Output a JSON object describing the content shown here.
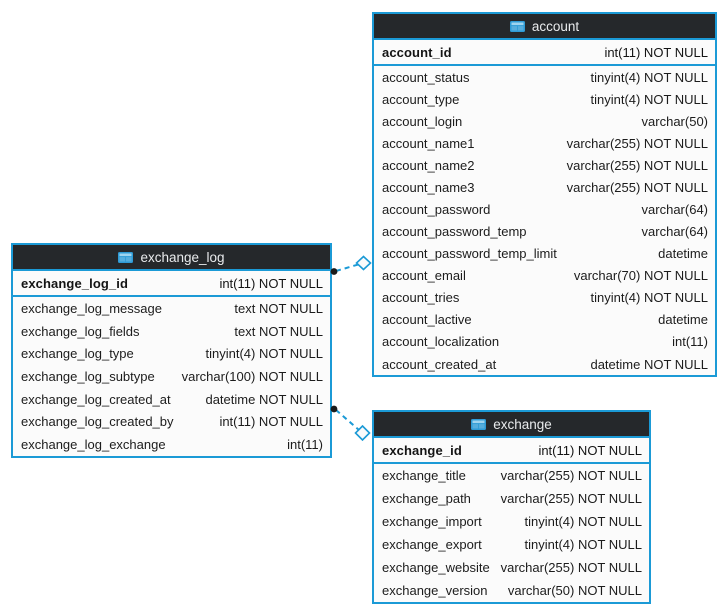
{
  "diagram": {
    "kind": "eer-schema-diagram",
    "colors": {
      "table_border": "#1b9ad6",
      "header_bg": "#25282b",
      "header_text": "#e9ebed",
      "body_bg": "#fbfbfb",
      "row_text": "#1c1c1c",
      "connector": "#1b9ad6",
      "connector_dot": "#1a1a1a",
      "icon_blue": "#2e9bd6",
      "icon_light": "#9fd4ef"
    },
    "tables": {
      "exchange_log": {
        "title": "exchange_log",
        "icon": "table-icon",
        "pk": {
          "name": "exchange_log_id",
          "type": "int(11) NOT NULL"
        },
        "columns": [
          {
            "name": "exchange_log_message",
            "type": "text NOT NULL"
          },
          {
            "name": "exchange_log_fields",
            "type": "text NOT NULL"
          },
          {
            "name": "exchange_log_type",
            "type": "tinyint(4) NOT NULL"
          },
          {
            "name": "exchange_log_subtype",
            "type": "varchar(100) NOT NULL"
          },
          {
            "name": "exchange_log_created_at",
            "type": "datetime NOT NULL"
          },
          {
            "name": "exchange_log_created_by",
            "type": "int(11) NOT NULL"
          },
          {
            "name": "exchange_log_exchange",
            "type": "int(11)"
          }
        ]
      },
      "account": {
        "title": "account",
        "icon": "table-icon",
        "pk": {
          "name": "account_id",
          "type": "int(11) NOT NULL"
        },
        "columns": [
          {
            "name": "account_status",
            "type": "tinyint(4) NOT NULL"
          },
          {
            "name": "account_type",
            "type": "tinyint(4) NOT NULL"
          },
          {
            "name": "account_login",
            "type": "varchar(50)"
          },
          {
            "name": "account_name1",
            "type": "varchar(255) NOT NULL"
          },
          {
            "name": "account_name2",
            "type": "varchar(255) NOT NULL"
          },
          {
            "name": "account_name3",
            "type": "varchar(255) NOT NULL"
          },
          {
            "name": "account_password",
            "type": "varchar(64)"
          },
          {
            "name": "account_password_temp",
            "type": "varchar(64)"
          },
          {
            "name": "account_password_temp_limit",
            "type": "datetime"
          },
          {
            "name": "account_email",
            "type": "varchar(70) NOT NULL"
          },
          {
            "name": "account_tries",
            "type": "tinyint(4) NOT NULL"
          },
          {
            "name": "account_lactive",
            "type": "datetime"
          },
          {
            "name": "account_localization",
            "type": "int(11)"
          },
          {
            "name": "account_created_at",
            "type": "datetime NOT NULL"
          }
        ]
      },
      "exchange": {
        "title": "exchange",
        "icon": "table-icon",
        "pk": {
          "name": "exchange_id",
          "type": "int(11) NOT NULL"
        },
        "columns": [
          {
            "name": "exchange_title",
            "type": "varchar(255) NOT NULL"
          },
          {
            "name": "exchange_path",
            "type": "varchar(255) NOT NULL"
          },
          {
            "name": "exchange_import",
            "type": "tinyint(4) NOT NULL"
          },
          {
            "name": "exchange_export",
            "type": "tinyint(4) NOT NULL"
          },
          {
            "name": "exchange_website",
            "type": "varchar(255) NOT NULL"
          },
          {
            "name": "exchange_version",
            "type": "varchar(50) NOT NULL"
          }
        ]
      }
    },
    "relationships": [
      {
        "from": "exchange_log",
        "to": "account",
        "line_style": "dashed",
        "from_marker": "dot",
        "to_marker": "open-diamond"
      },
      {
        "from": "exchange_log",
        "to": "exchange",
        "line_style": "dashed",
        "from_marker": "dot",
        "to_marker": "open-diamond"
      }
    ]
  }
}
